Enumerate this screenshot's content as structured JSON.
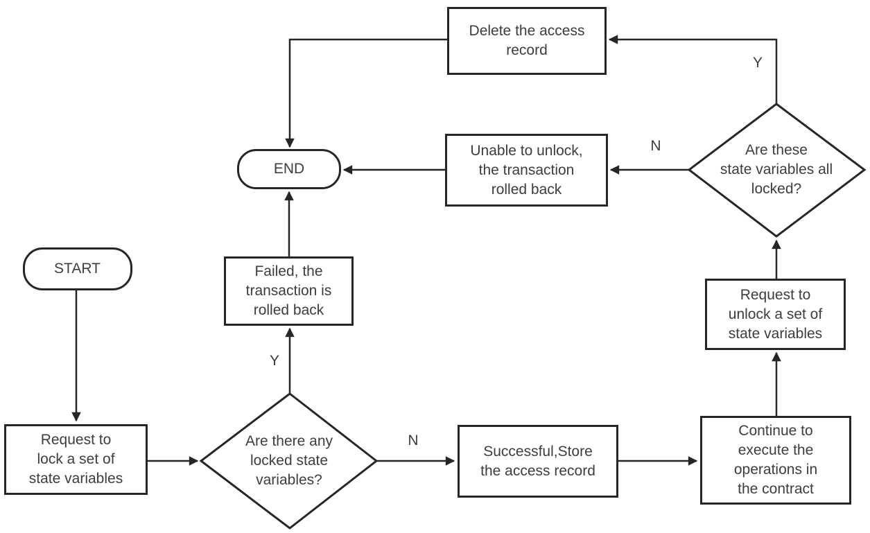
{
  "diagram": {
    "type": "flowchart",
    "background_color": "#ffffff",
    "stroke_color": "#262626",
    "text_color": "#3d3d3d",
    "nodes": {
      "start": {
        "shape": "terminator",
        "label": "START"
      },
      "request_lock": {
        "shape": "process",
        "label": "Request to\nlock a set of\nstate variables"
      },
      "decision_any_locked": {
        "shape": "decision",
        "label": "Are there any\nlocked state\nvariables?"
      },
      "failed_rollback": {
        "shape": "process",
        "label": "Failed, the\ntransaction is\nrolled back"
      },
      "end": {
        "shape": "terminator",
        "label": "END"
      },
      "unable_unlock": {
        "shape": "process",
        "label": "Unable to unlock,\nthe transaction\nrolled back"
      },
      "decision_all_locked": {
        "shape": "decision",
        "label": "Are these\nstate variables all\nlocked?"
      },
      "delete_record": {
        "shape": "process",
        "label": "Delete the access\nrecord"
      },
      "successful_store": {
        "shape": "process",
        "label": "Successful,Store\nthe access record"
      },
      "continue_execute": {
        "shape": "process",
        "label": "Continue to\nexecute the\noperations in\nthe contract"
      },
      "request_unlock": {
        "shape": "process",
        "label": "Request to\nunlock a set of\nstate variables"
      }
    },
    "edge_labels": {
      "any_locked_yes": "Y",
      "any_locked_no": "N",
      "all_locked_yes": "Y",
      "all_locked_no": "N"
    },
    "edges": [
      {
        "from": "start",
        "to": "request_lock",
        "label": ""
      },
      {
        "from": "request_lock",
        "to": "decision_any_locked",
        "label": ""
      },
      {
        "from": "decision_any_locked",
        "to": "failed_rollback",
        "label": "Y"
      },
      {
        "from": "failed_rollback",
        "to": "end",
        "label": ""
      },
      {
        "from": "decision_any_locked",
        "to": "successful_store",
        "label": "N"
      },
      {
        "from": "successful_store",
        "to": "continue_execute",
        "label": ""
      },
      {
        "from": "continue_execute",
        "to": "request_unlock",
        "label": ""
      },
      {
        "from": "request_unlock",
        "to": "decision_all_locked",
        "label": ""
      },
      {
        "from": "decision_all_locked",
        "to": "unable_unlock",
        "label": "N"
      },
      {
        "from": "unable_unlock",
        "to": "end",
        "label": ""
      },
      {
        "from": "decision_all_locked",
        "to": "delete_record",
        "label": "Y"
      },
      {
        "from": "delete_record",
        "to": "end",
        "label": ""
      }
    ]
  }
}
